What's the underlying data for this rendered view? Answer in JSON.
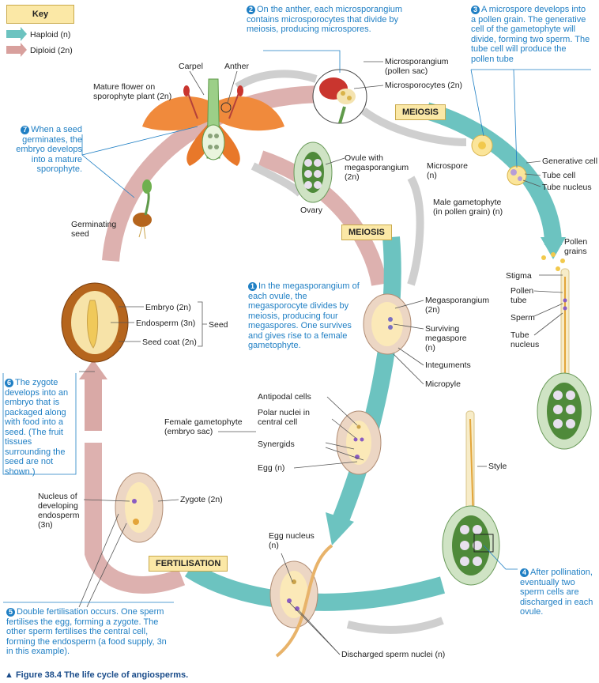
{
  "key": {
    "title": "Key",
    "haploid": "Haploid (n)",
    "diploid": "Diploid (2n)",
    "haploid_color": "#6cc3c0",
    "diploid_color": "#d8a09d"
  },
  "stages": {
    "meiosis_top": "MEIOSIS",
    "meiosis_mid": "MEIOSIS",
    "fertilisation": "FERTILISATION"
  },
  "labels": {
    "carpel": "Carpel",
    "anther": "Anther",
    "mature_flower": "Mature flower on sporophyte plant (2n)",
    "microsporangium": "Microsporangium (pollen sac)",
    "microsporocytes": "Microsporocytes (2n)",
    "ovule": "Ovule with megasporangium (2n)",
    "ovary": "Ovary",
    "microspore": "Microspore (n)",
    "generative_cell": "Generative cell",
    "tube_cell": "Tube cell",
    "tube_nucleus": "Tube nucleus",
    "male_gametophyte": "Male gametophyte (in pollen grain) (n)",
    "pollen_grains": "Pollen grains",
    "stigma": "Stigma",
    "pollen_tube": "Pollen tube",
    "sperm": "Sperm",
    "tube_nucleus2": "Tube nucleus",
    "germinating_seed": "Germinating seed",
    "embryo": "Embryo (2n)",
    "endosperm": "Endosperm (3n)",
    "seed_coat": "Seed coat (2n)",
    "seed": "Seed",
    "megasporangium": "Megasporangium (2n)",
    "surviving_megaspore": "Surviving megaspore (n)",
    "integuments": "Integuments",
    "micropyle": "Micropyle",
    "antipodal": "Antipodal cells",
    "polar_nuclei": "Polar nuclei in central cell",
    "female_gametophyte": "Female gametophyte (embryo sac)",
    "synergids": "Synergids",
    "egg": "Egg (n)",
    "style": "Style",
    "nucleus_endosperm": "Nucleus of developing endosperm (3n)",
    "zygote": "Zygote (2n)",
    "egg_nucleus": "Egg nucleus (n)",
    "discharged_sperm": "Discharged sperm nuclei (n)"
  },
  "steps": {
    "s1": {
      "num": "1",
      "text": "In the megasporangium of each ovule, the megasporocyte divides by meiosis, producing four megaspores. One survives and gives rise to a female gametophyte."
    },
    "s2": {
      "num": "2",
      "text": "On the anther, each microsporangium contains microsporocytes that divide by meiosis, producing microspores."
    },
    "s3": {
      "num": "3",
      "text": "A microspore develops into a pollen grain. The generative cell of the gametophyte will divide, forming two sperm. The tube cell will produce the pollen tube"
    },
    "s4": {
      "num": "4",
      "text": "After pollination, eventually two sperm cells are discharged in each ovule."
    },
    "s5": {
      "num": "5",
      "text": "Double fertilisation occurs. One sperm fertilises the egg, forming a zygote. The other sperm fertilises the central cell, forming the endosperm (a food supply, 3n in this example)."
    },
    "s6": {
      "num": "6",
      "text": "The zygote develops into an embryo that is packaged along with food into a seed. (The fruit tissues surrounding the seed are not shown.)"
    },
    "s7": {
      "num": "7",
      "text": "When a seed germinates, the embryo develops into a mature sporophyte."
    }
  },
  "caption": "▲ Figure 38.4 The life cycle of angiosperms."
}
